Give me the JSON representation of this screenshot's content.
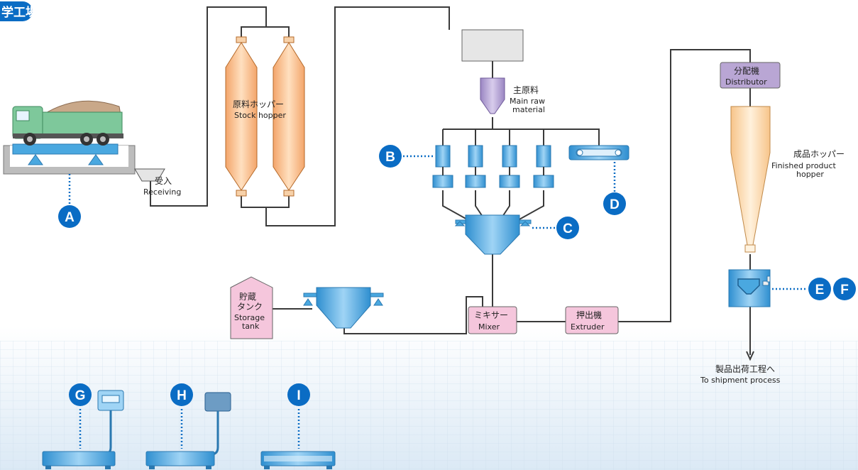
{
  "title": "学工場",
  "labels": {
    "receiving_ja": "受入",
    "receiving_en": "Receiving",
    "stock_hopper_ja": "原料ホッパー",
    "stock_hopper_en": "Stock hopper",
    "main_raw_ja": "主原料",
    "main_raw_en1": "Main raw",
    "main_raw_en2": "material",
    "distributor_ja": "分配機",
    "distributor_en": "Distributor",
    "finished_ja": "成品ホッパー",
    "finished_en1": "Finished product",
    "finished_en2": "hopper",
    "storage_ja1": "貯蔵",
    "storage_ja2": "タンク",
    "storage_en1": "Storage",
    "storage_en2": "tank",
    "mixer_ja": "ミキサー",
    "mixer_en": "Mixer",
    "extruder_ja": "押出機",
    "extruder_en": "Extruder",
    "shipment_ja": "製品出荷工程へ",
    "shipment_en": "To shipment process"
  },
  "badges": [
    "A",
    "B",
    "C",
    "D",
    "E",
    "F",
    "G",
    "H",
    "I"
  ],
  "colors": {
    "badge": "#0a6cc4",
    "title_bg": "#0a6cc4",
    "hopper": "#f5b27a",
    "equipment_blue": "#4aa8e0",
    "pink_box": "#f5c6dc",
    "purple_box": "#b9a6d4",
    "pipe": "#3a3a3a",
    "dotted": "#0a6cc4"
  }
}
